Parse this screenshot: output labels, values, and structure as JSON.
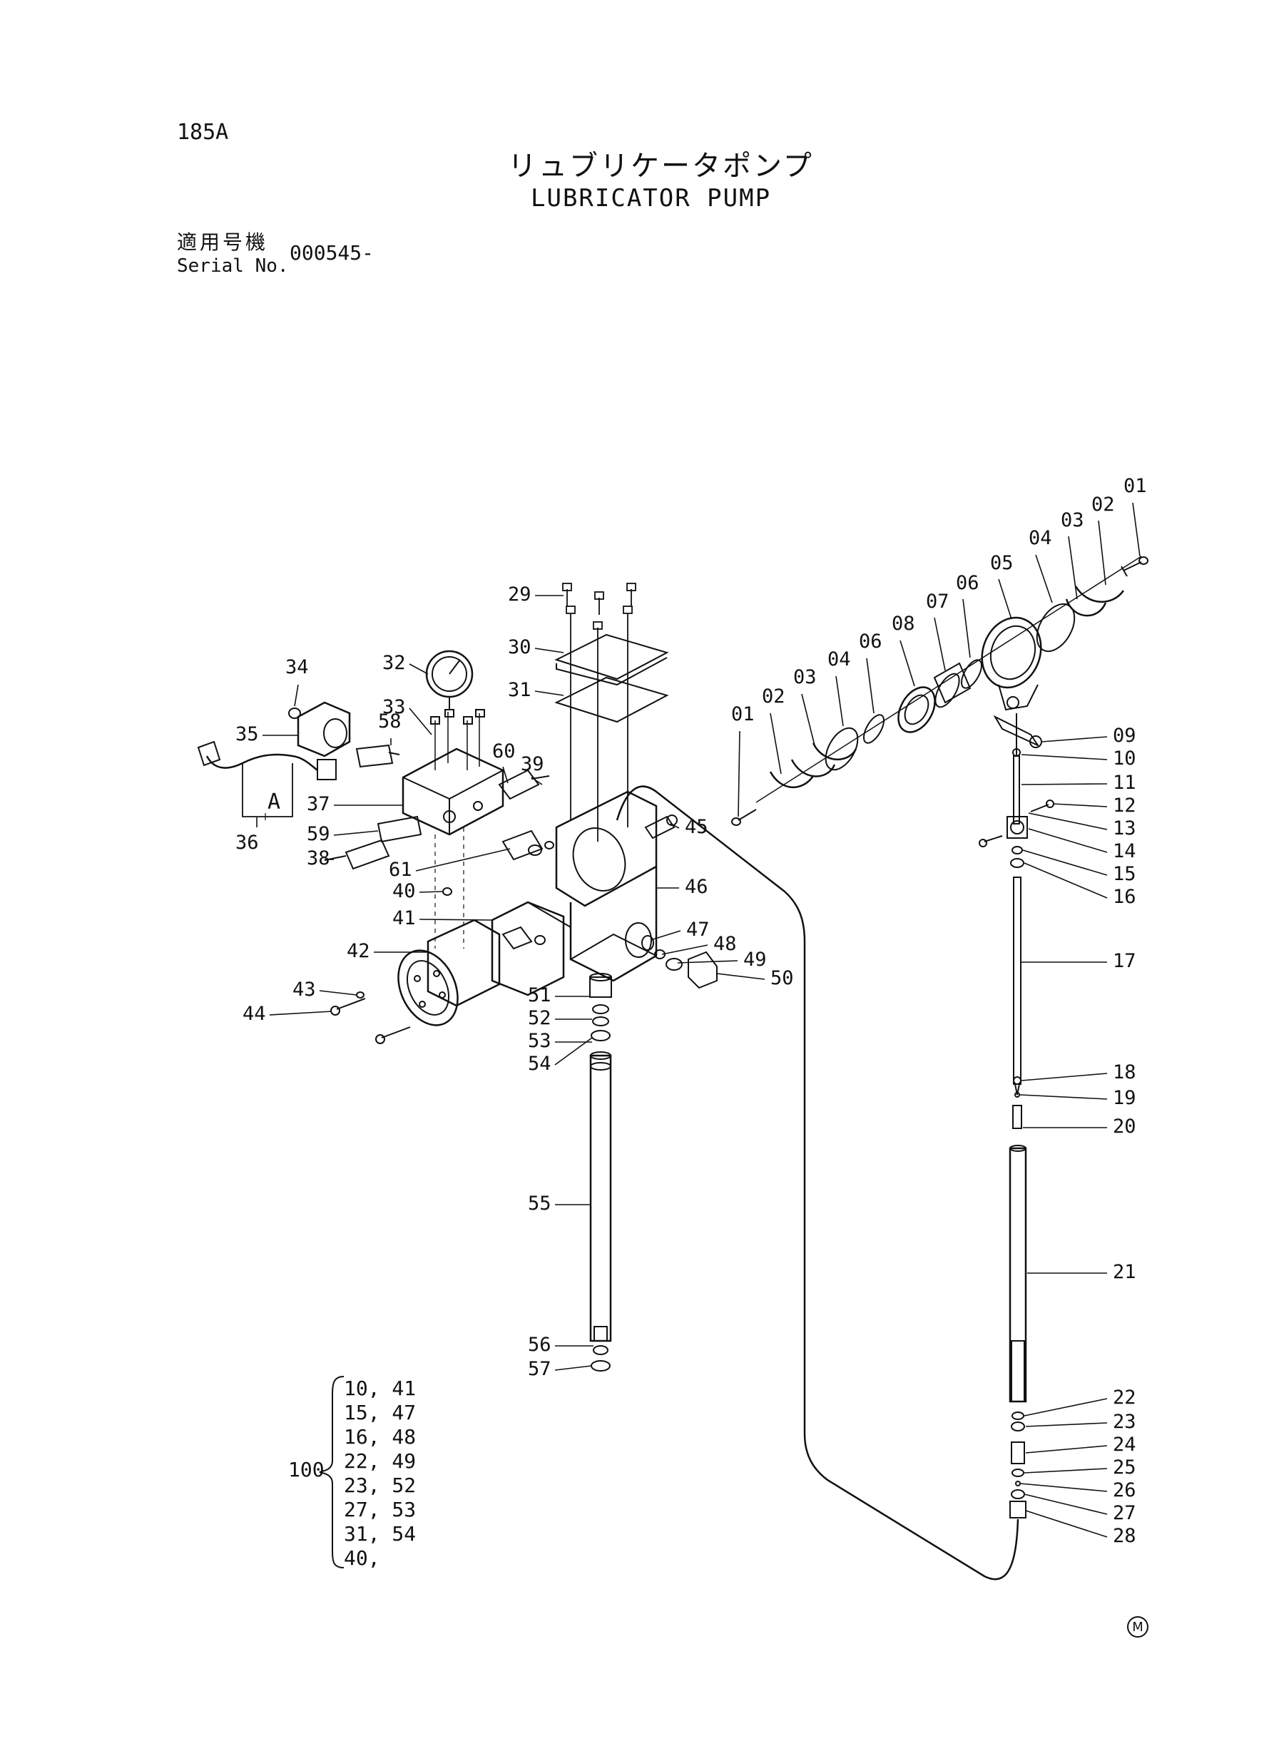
{
  "header": {
    "page_code": "185A",
    "title_ja": "リュブリケータポンプ",
    "title_en": "LUBRICATOR PUMP",
    "serial_label_ja": "適用号機",
    "serial_label_en": "Serial No.",
    "serial_value": "000545-"
  },
  "view_label": "A",
  "kit": {
    "number": "100",
    "lines": [
      "10, 41",
      "15, 47",
      "16, 48",
      "22, 49",
      "23, 52",
      "27, 53",
      "31, 54",
      "40,"
    ]
  },
  "mark": "M",
  "callouts": [
    "01",
    "02",
    "03",
    "04",
    "05",
    "06",
    "07",
    "08",
    "09",
    "10",
    "11",
    "12",
    "13",
    "14",
    "15",
    "16",
    "17",
    "18",
    "19",
    "20",
    "21",
    "22",
    "23",
    "24",
    "25",
    "26",
    "27",
    "28",
    "29",
    "30",
    "31",
    "32",
    "33",
    "34",
    "35",
    "36",
    "37",
    "38",
    "39",
    "40",
    "41",
    "42",
    "43",
    "44",
    "45",
    "46",
    "47",
    "48",
    "49",
    "50",
    "51",
    "52",
    "53",
    "54",
    "55",
    "56",
    "57",
    "58",
    "59",
    "60",
    "61"
  ],
  "colors": {
    "ink": "#111111",
    "paper": "#ffffff"
  }
}
